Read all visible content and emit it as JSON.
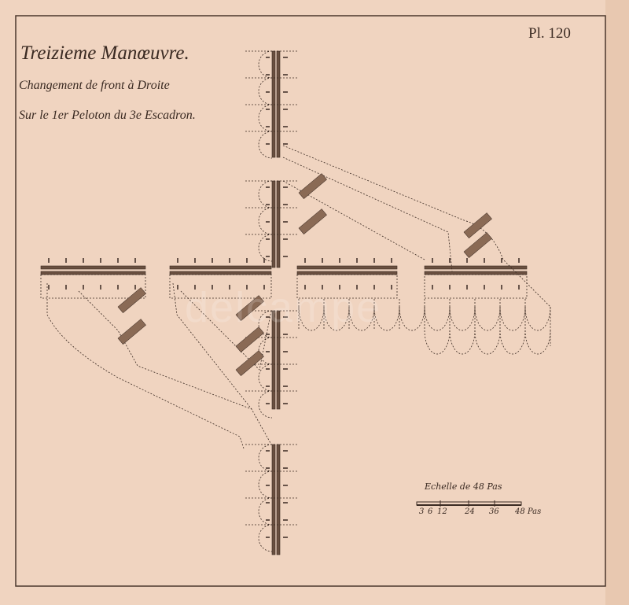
{
  "plate": {
    "title": "Treizieme Manœuvre.",
    "subtitle_1": "Changement de front à Droite",
    "subtitle_2": "Sur le 1er Peloton du 3e Escadron.",
    "plate_number": "Pl. 120",
    "watermark": "delcampe"
  },
  "scale": {
    "title": "Echelle de 48 Pas",
    "ticks": [
      "3",
      "6",
      "12",
      "24",
      "36",
      "48 Pas"
    ]
  },
  "colors": {
    "paper": "#f0d4c0",
    "ink": "#3a2a22"
  }
}
